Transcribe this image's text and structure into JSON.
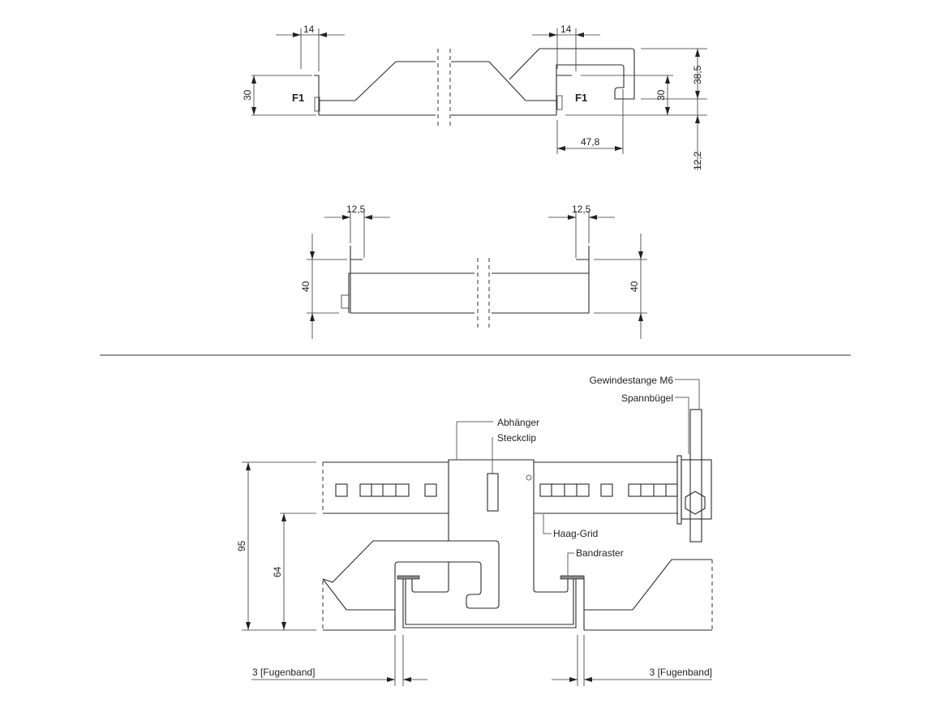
{
  "top_view": {
    "dim_left_width": "14",
    "dim_right_width": "14",
    "dim_left_height": "30",
    "dim_right_height": "30",
    "dim_hook_height": "38,5",
    "dim_hook_depth": "47,8",
    "dim_bottom_offset": "12,2",
    "label_left": "F1",
    "label_right": "F1"
  },
  "middle_view": {
    "dim_left_width": "12,5",
    "dim_right_width": "12,5",
    "dim_left_height": "40",
    "dim_right_height": "40"
  },
  "bottom_view": {
    "labels": {
      "threaded_rod": "Gewindestange M6",
      "clamp": "Spannbügel",
      "hanger": "Abhänger",
      "clip": "Steckclip",
      "grid": "Haag-Grid",
      "band": "Bandraster"
    },
    "dim_total_height": "95",
    "dim_lower_height": "64",
    "dim_joint_left": "3 [Fugenband]",
    "dim_joint_right": "3 [Fugenband]"
  }
}
